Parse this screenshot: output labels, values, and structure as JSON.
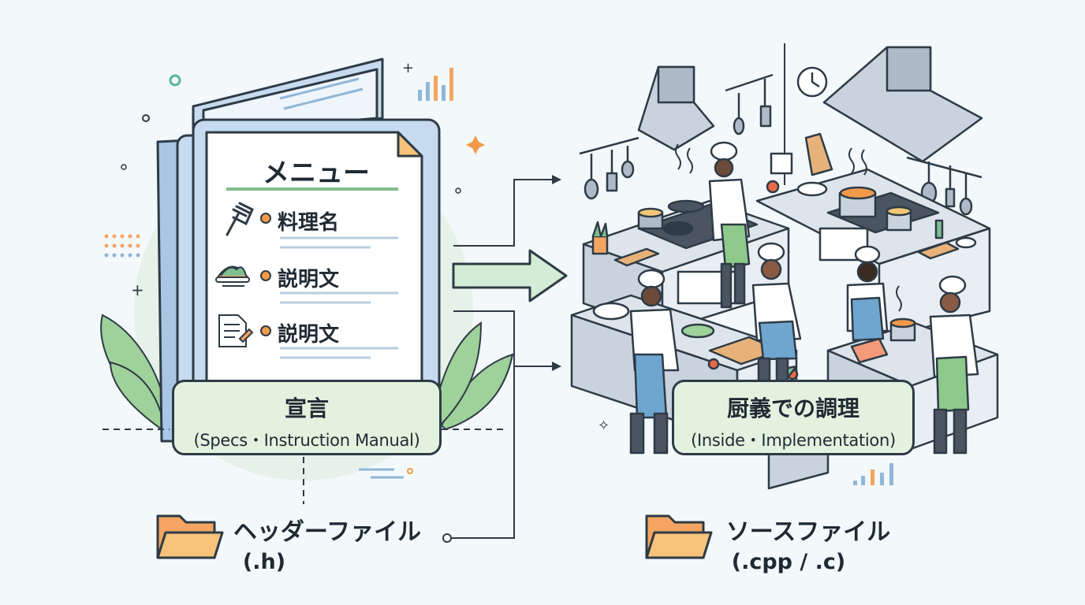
{
  "left": {
    "menu_title": "メニュー",
    "items": [
      {
        "icon": "fork-icon",
        "text": "料理名"
      },
      {
        "icon": "food-plate-icon",
        "text": "説明文"
      },
      {
        "icon": "document-icon",
        "text": "説明文"
      }
    ],
    "label_title": "宣言",
    "label_sub": "(Specs・Instruction Manual)",
    "file_name": "ヘッダーファイル",
    "file_ext": "(.h)"
  },
  "right": {
    "label_title": "厨義での調理",
    "label_sub": "(Inside・Implementation)",
    "file_name": "ソースファイル",
    "file_ext": "(.cpp / .c)"
  },
  "colors": {
    "background": "#f3f8fb",
    "label_fill": "#e3f2df",
    "folder": "#f7c27a",
    "arrow": "#d3ecd5",
    "accent_orange": "#f29a4a"
  }
}
